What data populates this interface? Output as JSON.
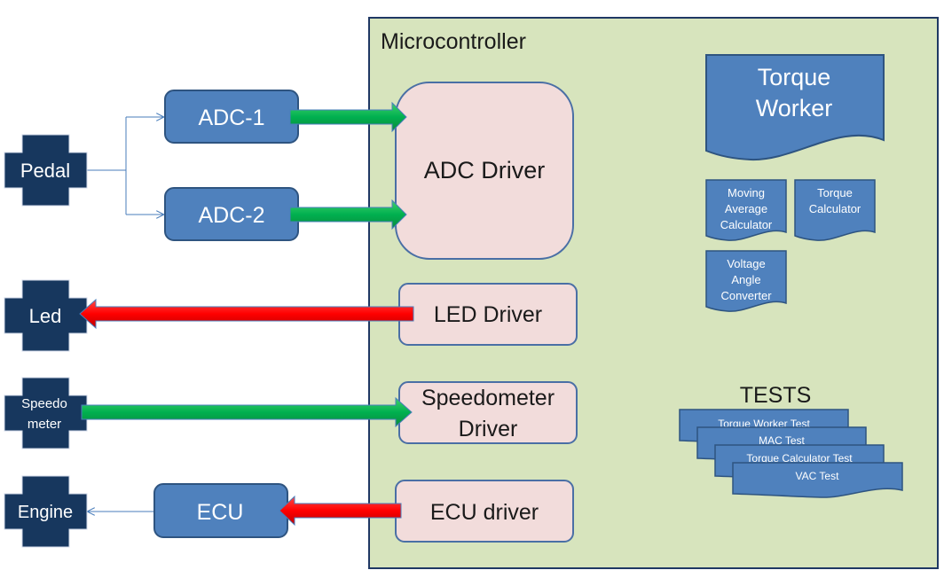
{
  "colors": {
    "microcontroller_fill": "#d7e4bd",
    "microcontroller_stroke": "#1f3864",
    "driver_fill": "#f2dcdb",
    "driver_stroke": "#4a6fa5",
    "module_fill": "#4f81bd",
    "module_stroke": "#2e5480",
    "cross_fill": "#17375e",
    "green_arrow": "#00b050",
    "red_arrow": "#ff0000",
    "thin_line": "#4a7ebb"
  },
  "microcontroller": {
    "label": "Microcontroller"
  },
  "peripherals": {
    "pedal": "Pedal",
    "led": "Led",
    "speedometer_line1": "Speedo",
    "speedometer_line2": "meter",
    "engine": "Engine"
  },
  "modules": {
    "adc1": "ADC-1",
    "adc2": "ADC-2",
    "ecu": "ECU"
  },
  "drivers": {
    "adc": "ADC Driver",
    "led": "LED Driver",
    "speedometer_line1": "Speedometer",
    "speedometer_line2": "Driver",
    "ecu": "ECU driver"
  },
  "workers": {
    "torque_worker_line1": "Torque",
    "torque_worker_line2": "Worker",
    "moving_average_line1": "Moving",
    "moving_average_line2": "Average",
    "moving_average_line3": "Calculator",
    "torque_calculator_line1": "Torque",
    "torque_calculator_line2": "Calculator",
    "voltage_angle_line1": "Voltage",
    "voltage_angle_line2": "Angle",
    "voltage_angle_line3": "Converter"
  },
  "tests": {
    "title": "TESTS",
    "items": [
      "Torque Worker Test",
      "MAC Test",
      "Torque Calculator  Test",
      "VAC Test"
    ]
  }
}
